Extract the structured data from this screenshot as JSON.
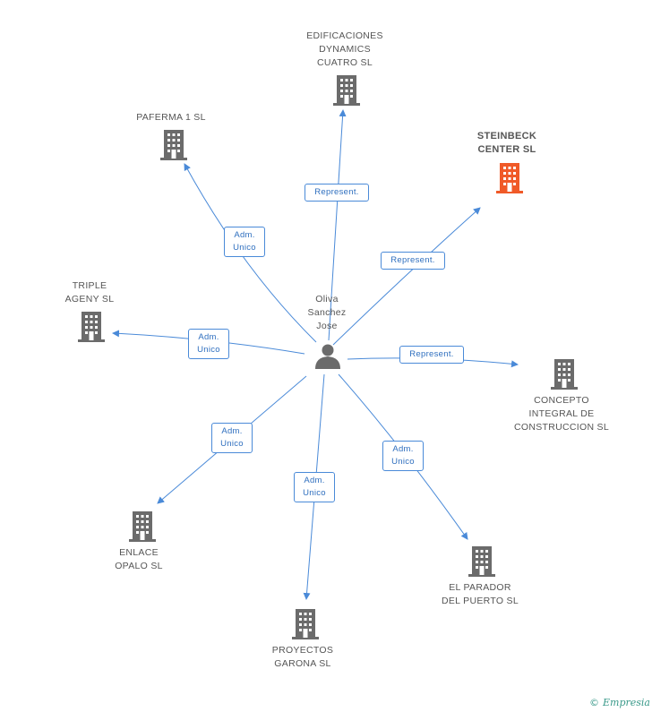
{
  "center": {
    "label": "Oliva\nSanchez\nJose"
  },
  "companies": {
    "edificaciones": {
      "label": "EDIFICACIONES\nDYNAMICS\nCUATRO SL",
      "color": "#6b6b6b"
    },
    "paferma": {
      "label": "PAFERMA 1 SL",
      "color": "#6b6b6b"
    },
    "steinbeck": {
      "label": "STEINBECK\nCENTER SL",
      "color": "#f05a28"
    },
    "triple": {
      "label": "TRIPLE\nAGENY SL",
      "color": "#6b6b6b"
    },
    "concepto": {
      "label": "CONCEPTO\nINTEGRAL DE\nCONSTRUCCION SL",
      "color": "#6b6b6b"
    },
    "enlace": {
      "label": "ENLACE\nOPALO SL",
      "color": "#6b6b6b"
    },
    "proyectos": {
      "label": "PROYECTOS\nGARONA SL",
      "color": "#6b6b6b"
    },
    "parador": {
      "label": "EL PARADOR\nDEL PUERTO SL",
      "color": "#6b6b6b"
    }
  },
  "relations": {
    "edificaciones": "Represent.",
    "paferma": "Adm.\nUnico",
    "steinbeck": "Represent.",
    "triple": "Adm.\nUnico",
    "concepto": "Represent.",
    "enlace": "Adm.\nUnico",
    "proyectos": "Adm.\nUnico",
    "parador": "Adm.\nUnico"
  },
  "edge_color": "#4a8ad8",
  "watermark": {
    "symbol": "©",
    "brand": "Empresia"
  }
}
